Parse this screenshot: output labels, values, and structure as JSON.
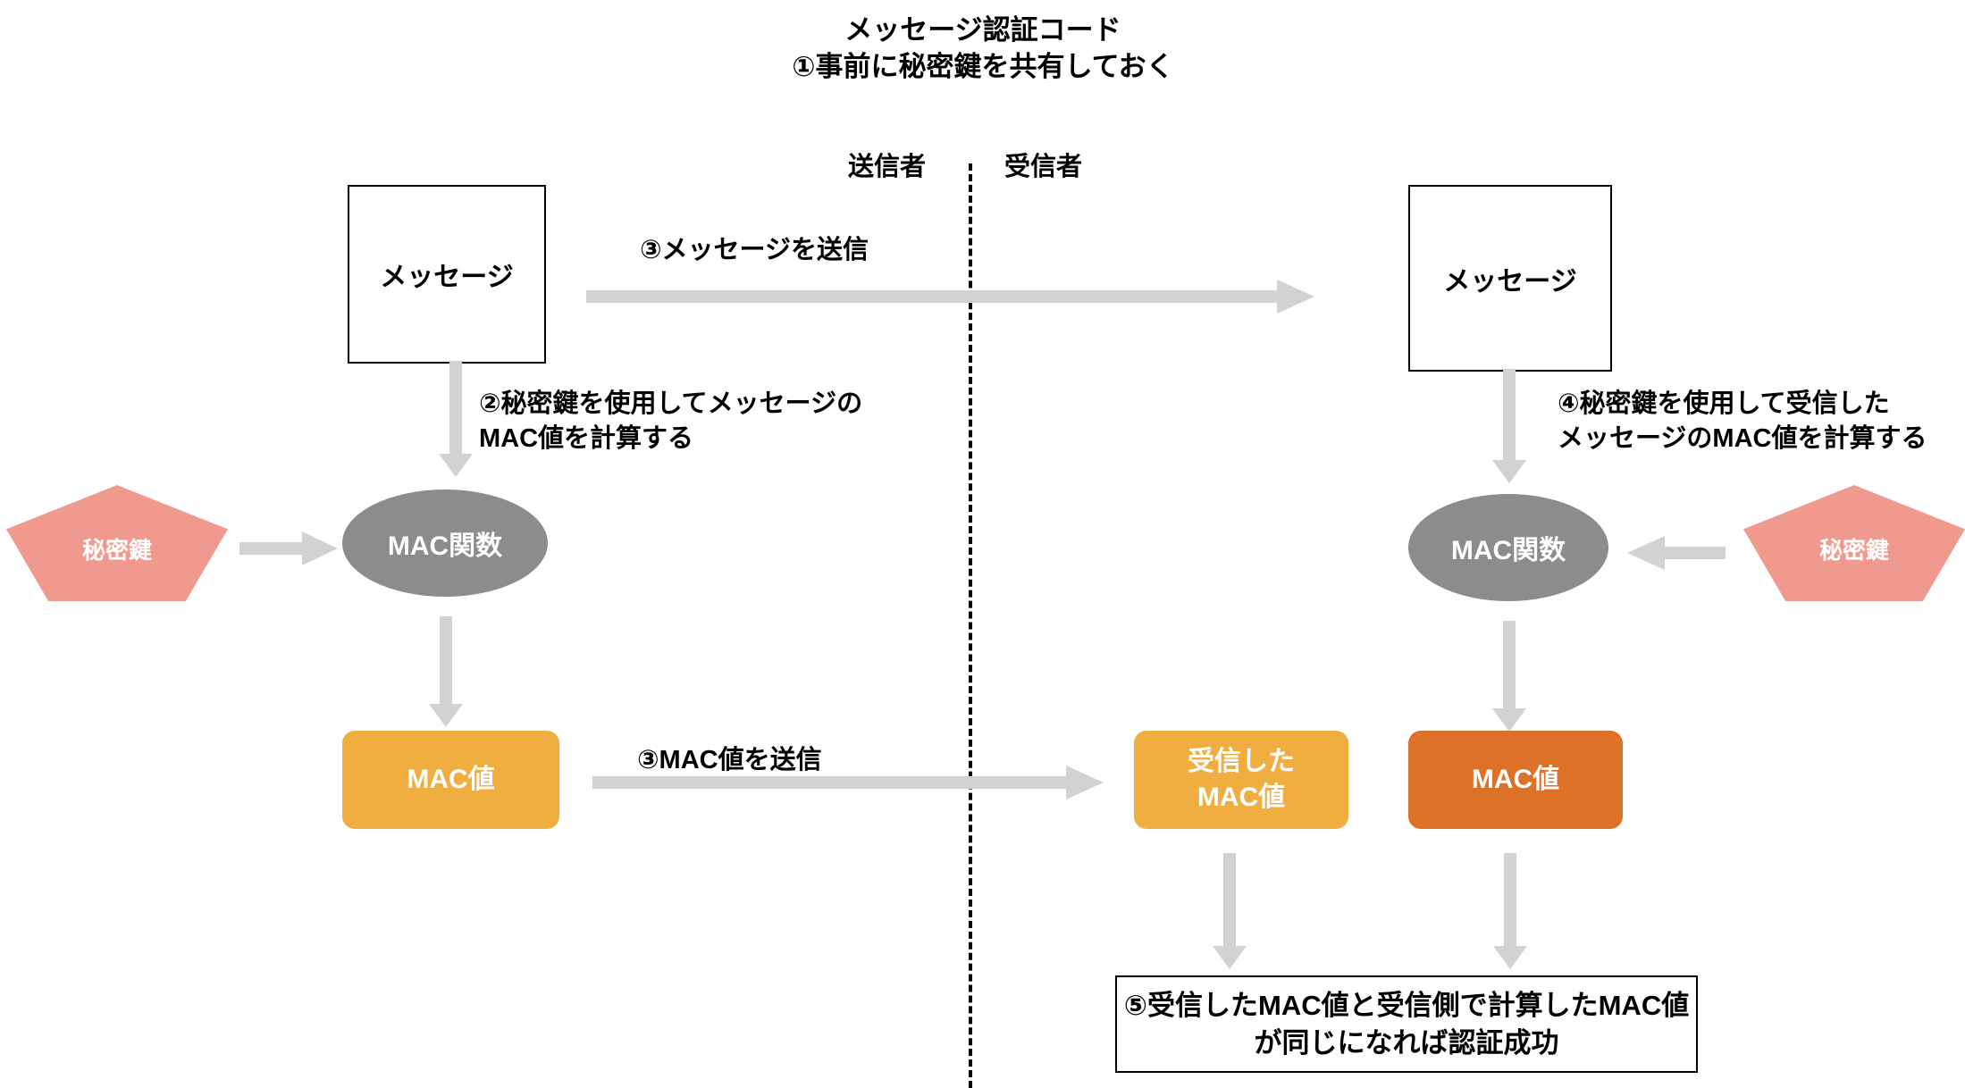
{
  "diagram": {
    "title": "メッセージ認証コード\n①事前に秘密鍵を共有しておく",
    "parties": {
      "sender": "送信者",
      "receiver": "受信者"
    },
    "nodes": {
      "sender_message": "メッセージ",
      "receiver_message": "メッセージ",
      "sender_key": "秘密鍵",
      "receiver_key": "秘密鍵",
      "sender_mac_func": "MAC関数",
      "receiver_mac_func": "MAC関数",
      "sender_mac_value": "MAC値",
      "received_mac_value": "受信した\nMAC値",
      "receiver_mac_value": "MAC値",
      "result": "⑤受信したMAC値と受信側で計算したMAC値\nが同じになれば認証成功"
    },
    "steps": {
      "send_message": "③メッセージを送信",
      "sender_compute": "②秘密鍵を使用してメッセージの\nMAC値を計算する",
      "receiver_compute": "④秘密鍵を使用して受信した\nメッセージのMAC値を計算する",
      "send_mac": "③MAC値を送信"
    },
    "colors": {
      "key_shape": "#F0998E",
      "mac_function": "#8C8C8C",
      "mac_value": "#EFAE3F",
      "received_mac_value": "#EFAE3F",
      "receiver_mac_value": "#DE7128",
      "arrow": "#D2D2D2",
      "outline": "#000000",
      "background": "#FFFFFF"
    }
  }
}
